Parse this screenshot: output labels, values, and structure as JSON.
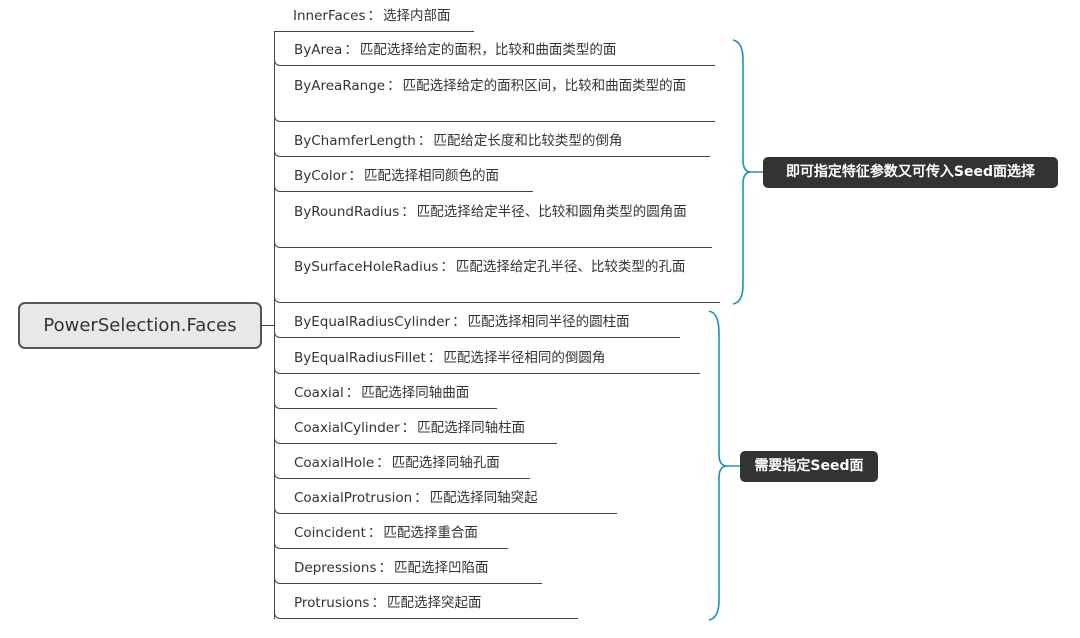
{
  "root": {
    "label": "PowerSelection.Faces"
  },
  "items": [
    {
      "name": "InnerFaces",
      "desc": "选择内部面"
    },
    {
      "name": "ByArea",
      "desc": "匹配选择给定的面积，比较和曲面类型的面"
    },
    {
      "name": "ByAreaRange",
      "desc": "匹配选择给定的面积区间，比较和曲面类型的面"
    },
    {
      "name": "ByChamferLength",
      "desc": "匹配给定长度和比较类型的倒角"
    },
    {
      "name": "ByColor",
      "desc": "匹配选择相同颜色的面"
    },
    {
      "name": "ByRoundRadius",
      "desc": "匹配选择给定半径、比较和圆角类型的圆角面"
    },
    {
      "name": "BySurfaceHoleRadius",
      "desc": "匹配选择给定孔半径、比较类型的孔面"
    },
    {
      "name": "ByEqualRadiusCylinder",
      "desc": "匹配选择相同半径的圆柱面"
    },
    {
      "name": "ByEqualRadiusFillet",
      "desc": "匹配选择半径相同的倒圆角"
    },
    {
      "name": "Coaxial",
      "desc": "匹配选择同轴曲面"
    },
    {
      "name": "CoaxialCylinder",
      "desc": "匹配选择同轴柱面"
    },
    {
      "name": "CoaxialHole",
      "desc": "匹配选择同轴孔面"
    },
    {
      "name": "CoaxialProtrusion",
      "desc": "匹配选择同轴突起"
    },
    {
      "name": "Coincident",
      "desc": "匹配选择重合面"
    },
    {
      "name": "Depressions",
      "desc": "匹配选择凹陷面"
    },
    {
      "name": "Protrusions",
      "desc": "匹配选择突起面"
    }
  ],
  "separator": "：",
  "groups": [
    {
      "label": "即可指定特征参数又可传入Seed面选择"
    },
    {
      "label": "需要指定Seed面"
    }
  ],
  "colors": {
    "brace": "#1a8fb8",
    "label_bg": "#333333",
    "root_bg": "#e8e8e8"
  }
}
